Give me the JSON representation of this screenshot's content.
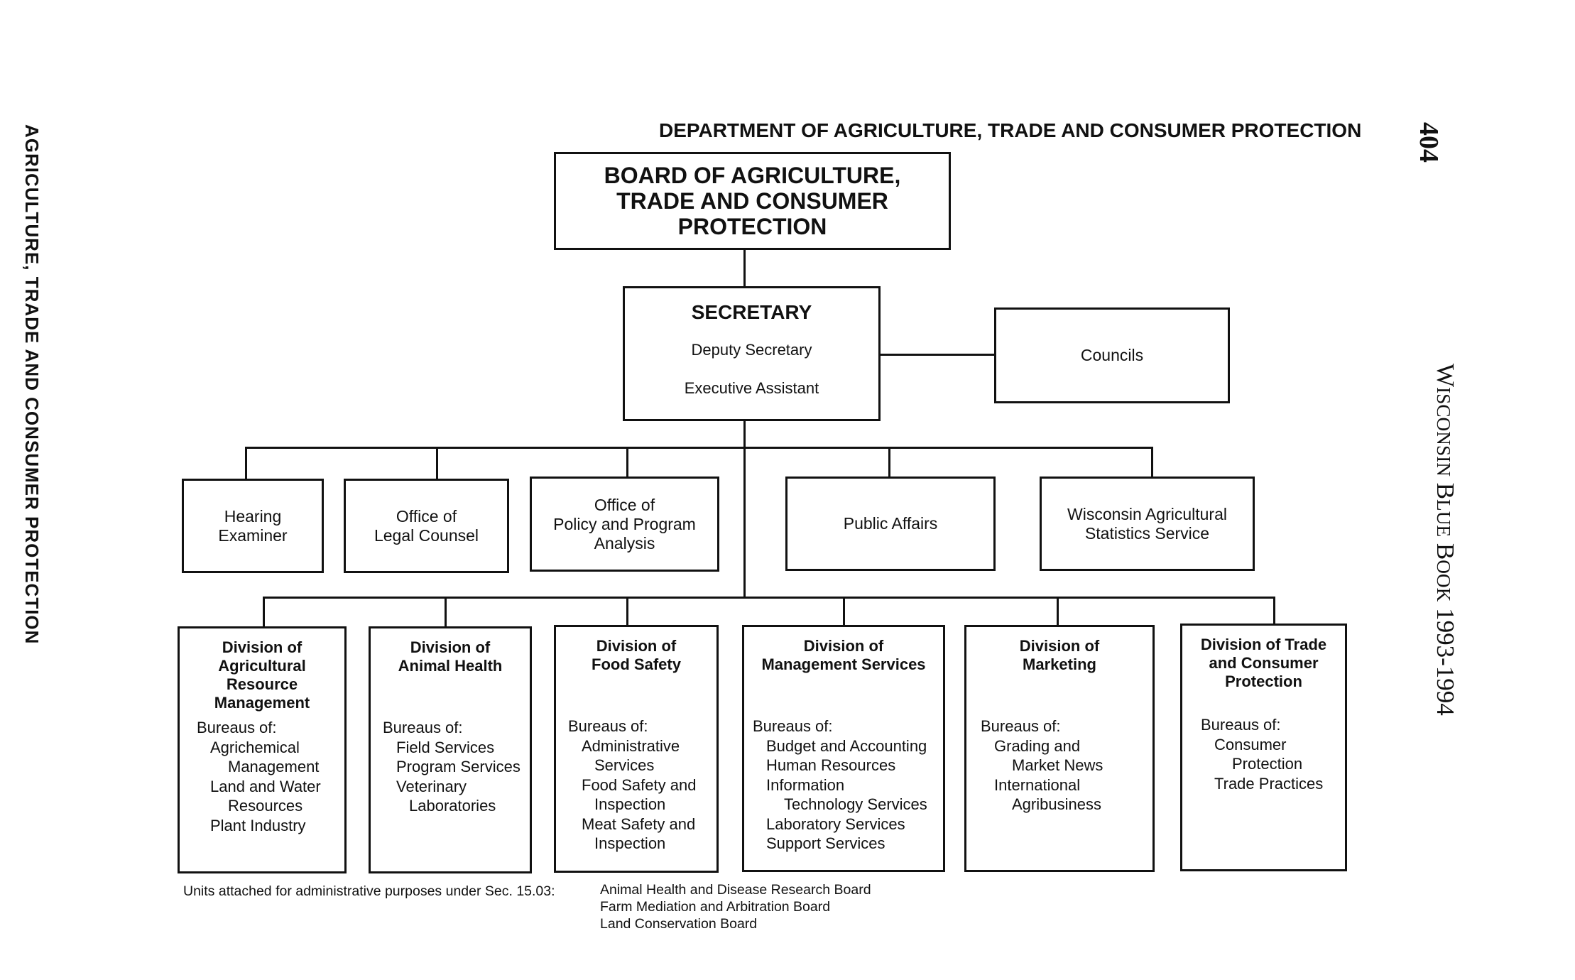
{
  "side_title": "AGRICULTURE, TRADE AND CONSUMER PROTECTION",
  "page_number": "404",
  "publication": "Wisconsin Blue Book 1993-1994",
  "department_title": "DEPARTMENT OF AGRICULTURE, TRADE AND CONSUMER PROTECTION",
  "board": {
    "lines": [
      "BOARD OF AGRICULTURE,",
      "TRADE AND CONSUMER",
      "PROTECTION"
    ]
  },
  "secretary": {
    "title": "SECRETARY",
    "deputy": "Deputy Secretary",
    "assistant": "Executive Assistant"
  },
  "councils": "Councils",
  "offices": [
    {
      "lines": [
        "Hearing",
        "Examiner"
      ]
    },
    {
      "lines": [
        "Office of",
        "Legal Counsel"
      ]
    },
    {
      "lines": [
        "Office of",
        "Policy and Program",
        "Analysis"
      ]
    },
    {
      "lines": [
        "Public Affairs"
      ]
    },
    {
      "lines": [
        "Wisconsin Agricultural",
        "Statistics Service"
      ]
    }
  ],
  "divisions": [
    {
      "title": [
        "Division of",
        "Agricultural",
        "Resource",
        "Management"
      ],
      "bureaus_header": "Bureaus of:",
      "bureaus": [
        "Agrichemical",
        "Management",
        "Land and Water",
        "Resources",
        "Plant Industry"
      ]
    },
    {
      "title": [
        "Division of",
        "Animal Health"
      ],
      "bureaus_header": "Bureaus of:",
      "bureaus": [
        "Field Services",
        "Program Services",
        "Veterinary",
        "Laboratories"
      ]
    },
    {
      "title": [
        "Division of",
        "Food Safety"
      ],
      "bureaus_header": "Bureaus of:",
      "bureaus": [
        "Administrative",
        "Services",
        "Food Safety and",
        "Inspection",
        "Meat Safety and",
        "Inspection"
      ]
    },
    {
      "title": [
        "Division of",
        "Management Services"
      ],
      "bureaus_header": "Bureaus of:",
      "bureaus": [
        "Budget and Accounting",
        "Human Resources",
        "Information",
        "Technology Services",
        "Laboratory Services",
        "Support Services"
      ]
    },
    {
      "title": [
        "Division of",
        "Marketing"
      ],
      "bureaus_header": "Bureaus of:",
      "bureaus": [
        "Grading and",
        "Market News",
        "International",
        "Agribusiness"
      ]
    },
    {
      "title": [
        "Division of Trade",
        "and Consumer",
        "Protection"
      ],
      "bureaus_header": "Bureaus of:",
      "bureaus": [
        "Consumer",
        "Protection",
        "Trade Practices"
      ]
    }
  ],
  "attached_units": {
    "label": "Units attached for administrative purposes under Sec. 15.03:",
    "units": [
      "Animal Health and Disease Research Board",
      "Farm Mediation and Arbitration Board",
      "Land Conservation Board"
    ]
  }
}
